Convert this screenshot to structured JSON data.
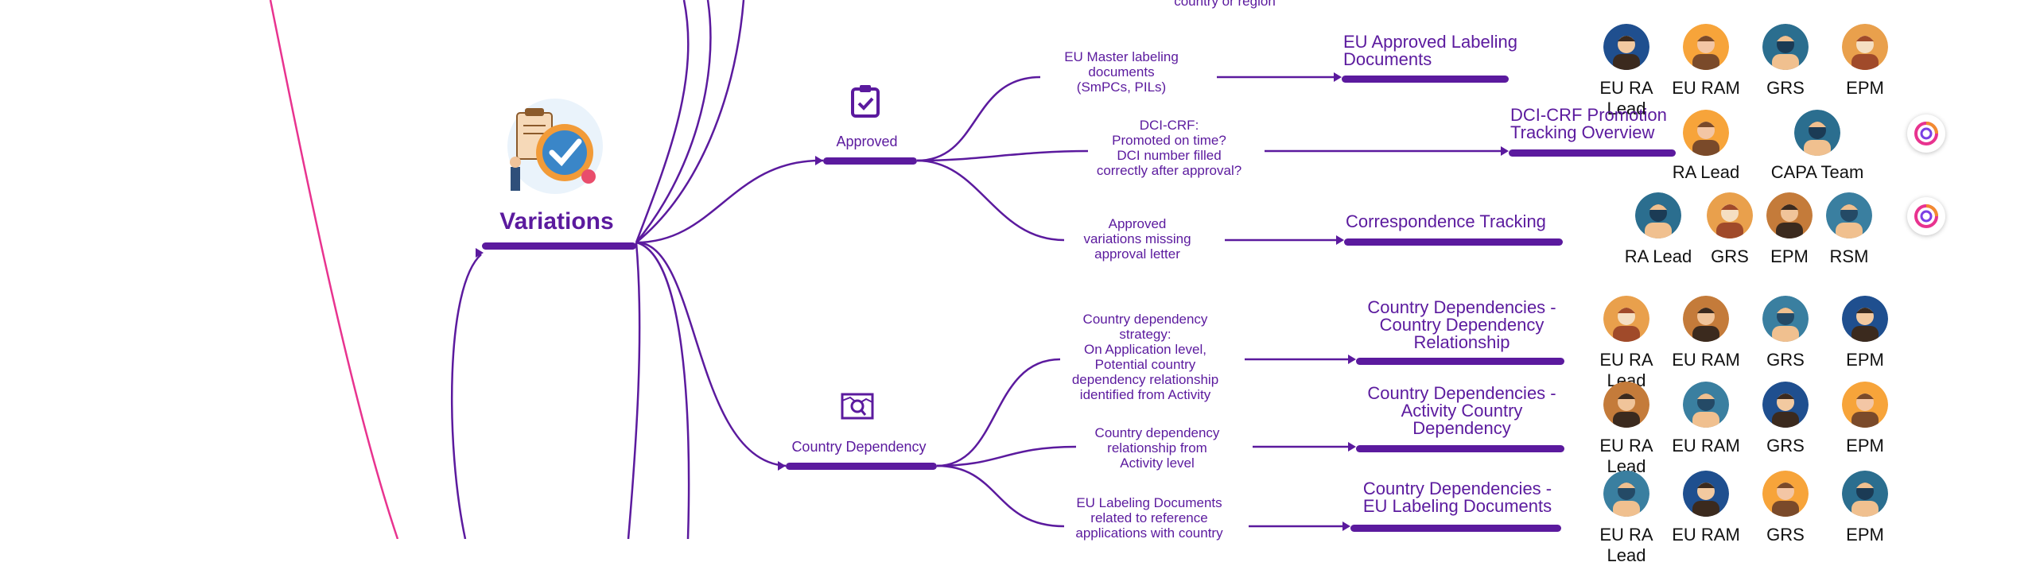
{
  "top_note": "country or region",
  "root": {
    "title": "Variations",
    "icon": "checkmark-clipboard-illustration"
  },
  "branches": [
    {
      "label": "Approved",
      "icon": "clipboard-check-icon"
    },
    {
      "label": "Country Dependency",
      "icon": "map-search-icon"
    }
  ],
  "rows": [
    {
      "note": "EU Master labeling\ndocuments\n(SmPCs, PILs)",
      "dest": "EU Approved Labeling\nDocuments",
      "roles": [
        "EU RA Lead",
        "EU RAM",
        "GRS",
        "EPM"
      ],
      "app_icon": false
    },
    {
      "note": "DCI-CRF:\nPromoted on time?\nDCI number filled\ncorrectly after approval?",
      "dest": "DCI-CRF Promotion\nTracking Overview",
      "roles": [
        "RA Lead",
        "CAPA Team"
      ],
      "app_icon": true
    },
    {
      "note": "Approved\nvariations missing\napproval letter",
      "dest": "Correspondence Tracking",
      "roles": [
        "RA Lead",
        "GRS",
        "EPM",
        "RSM"
      ],
      "app_icon": true
    },
    {
      "note": "Country dependency\nstrategy:\nOn Application level,\nPotential country\ndependency relationship\nidentified from Activity",
      "dest": "Country Dependencies -\nCountry Dependency\nRelationship",
      "roles": [
        "EU RA Lead",
        "EU RAM",
        "GRS",
        "EPM"
      ],
      "app_icon": false
    },
    {
      "note": "Country dependency\nrelationship from\nActivity level",
      "dest": "Country Dependencies -\nActivity Country\nDependency",
      "roles": [
        "EU RA Lead",
        "EU RAM",
        "GRS",
        "EPM"
      ],
      "app_icon": false
    },
    {
      "note": "EU Labeling Documents\nrelated to reference\napplications with country",
      "dest": "Country Dependencies -\nEU Labeling Documents",
      "roles": [
        "EU RA Lead",
        "EU RAM",
        "GRS",
        "EPM"
      ],
      "app_icon": false
    }
  ],
  "colors": {
    "primary": "#5b1a9e",
    "pink_line": "#e8338f",
    "role_text": "#111111"
  }
}
